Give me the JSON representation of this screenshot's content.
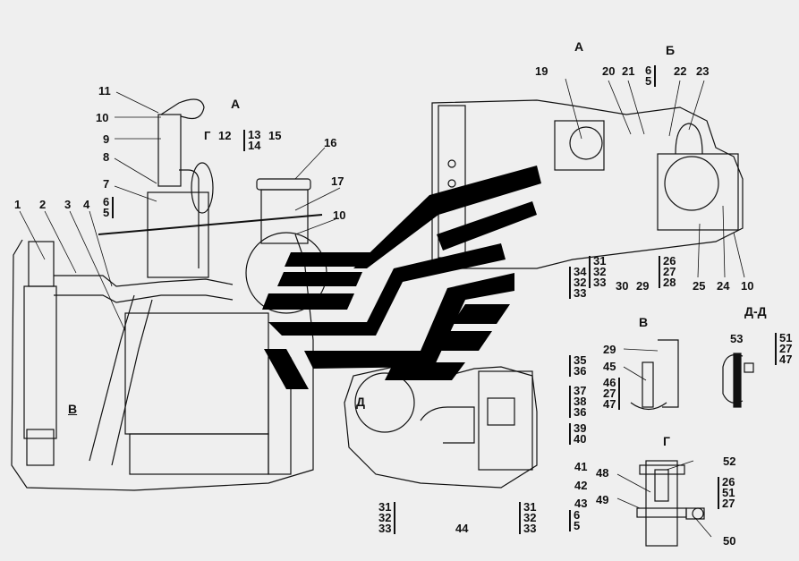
{
  "diagram": {
    "title": "Engine installation assembly drawing",
    "view_labels": {
      "view_a_arrow": "А",
      "view_a_title": "А",
      "view_b_arrow": "Б",
      "view_v_arrow": "В",
      "view_v_title": "В",
      "view_g_marker": "Г",
      "view_g_title": "Г",
      "section_d_marker": "Д",
      "section_dd_title": "Д-Д"
    },
    "callouts_main": {
      "c1": "1",
      "c2": "2",
      "c3": "3",
      "c4": "4",
      "c7": "7",
      "c8": "8",
      "c9": "9",
      "c10_top": "10",
      "c11": "11",
      "c12": "12",
      "c15": "15",
      "c16": "16",
      "c17": "17",
      "c10_mid": "10"
    },
    "stacks_main": {
      "s6_5_left": [
        "6",
        "5"
      ],
      "s13_14": [
        "13",
        "14"
      ]
    },
    "callouts_view_a": {
      "c19": "19",
      "c20": "20",
      "c21": "21",
      "c22": "22",
      "c23": "23",
      "c30": "30",
      "c29": "29",
      "c25": "25",
      "c24": "24",
      "c10": "10"
    },
    "stacks_view_a": {
      "s6_5": [
        "6",
        "5"
      ],
      "s34_32_33": [
        "34",
        "32",
        "33"
      ],
      "s31_32_33": [
        "31",
        "32",
        "33"
      ],
      "s26_27_28": [
        "26",
        "27",
        "28"
      ]
    },
    "callouts_lower": {
      "c41": "41",
      "c42": "42",
      "c43": "43",
      "c44": "44"
    },
    "stacks_lower": {
      "s35_36": [
        "35",
        "36"
      ],
      "s37_38_36": [
        "37",
        "38",
        "36"
      ],
      "s39_40": [
        "39",
        "40"
      ],
      "s31_32_33_a": [
        "31",
        "32",
        "33"
      ],
      "s31_32_33_b": [
        "31",
        "32",
        "33"
      ],
      "s6_5_lower": [
        "6",
        "5"
      ]
    },
    "callouts_view_v": {
      "c29": "29",
      "c45": "45"
    },
    "stacks_view_v": {
      "s46_27_47": [
        "46",
        "27",
        "47"
      ]
    },
    "callouts_section_dd": {
      "c53": "53"
    },
    "stacks_section_dd": {
      "s51_27_47": [
        "51",
        "27",
        "47"
      ]
    },
    "callouts_view_g": {
      "c48": "48",
      "c49": "49",
      "c52": "52",
      "c50": "50"
    },
    "stacks_view_g": {
      "s26_51_27": [
        "26",
        "51",
        "27"
      ]
    }
  },
  "colors": {
    "background": "#efefef",
    "ink": "#111111"
  }
}
